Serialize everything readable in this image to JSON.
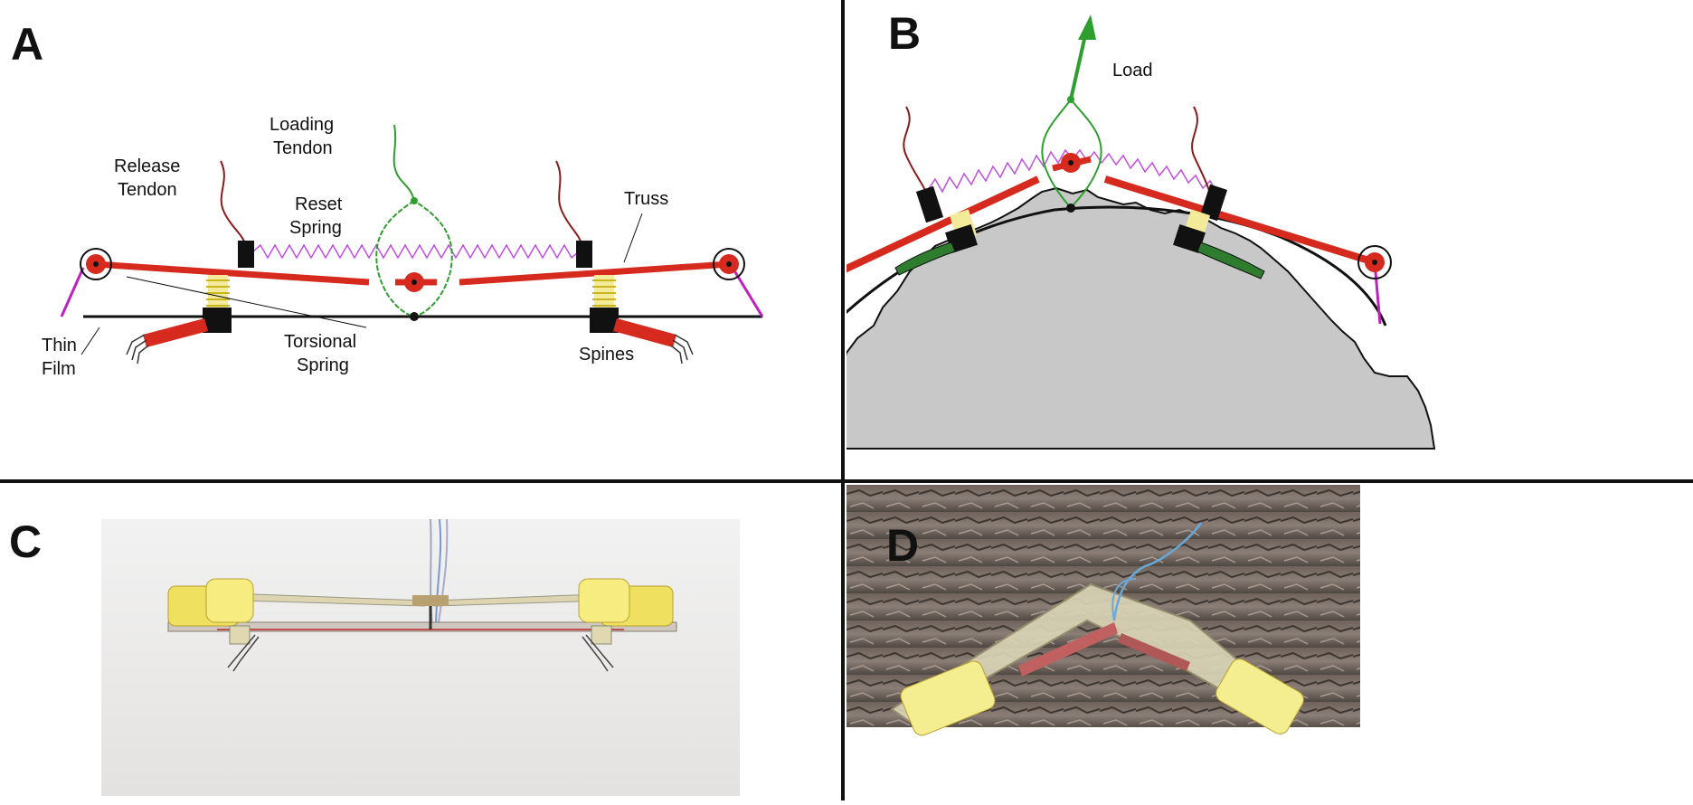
{
  "panels": {
    "A": {
      "letter": "A",
      "labels": {
        "loading_tendon_1": "Loading",
        "loading_tendon_2": "Tendon",
        "release_tendon_1": "Release",
        "release_tendon_2": "Tendon",
        "reset_spring_1": "Reset",
        "reset_spring_2": "Spring",
        "truss": "Truss",
        "thin_film_1": "Thin",
        "thin_film_2": "Film",
        "torsional_spring_1": "Torsional",
        "torsional_spring_2": "Spring",
        "spines": "Spines"
      }
    },
    "B": {
      "letter": "B",
      "labels": {
        "load": "Load"
      }
    },
    "C": {
      "letter": "C"
    },
    "D": {
      "letter": "D"
    }
  },
  "colors": {
    "truss_red": "#d62a1e",
    "tendon_brown": "#8b1a1a",
    "loading_green": "#2e9e2e",
    "reset_spring_magenta": "#c050e0",
    "spring_yellow": "#e8d84a",
    "film_magenta": "#c020c0",
    "rock_gray": "#c8c8c8",
    "divider": "#111111"
  }
}
